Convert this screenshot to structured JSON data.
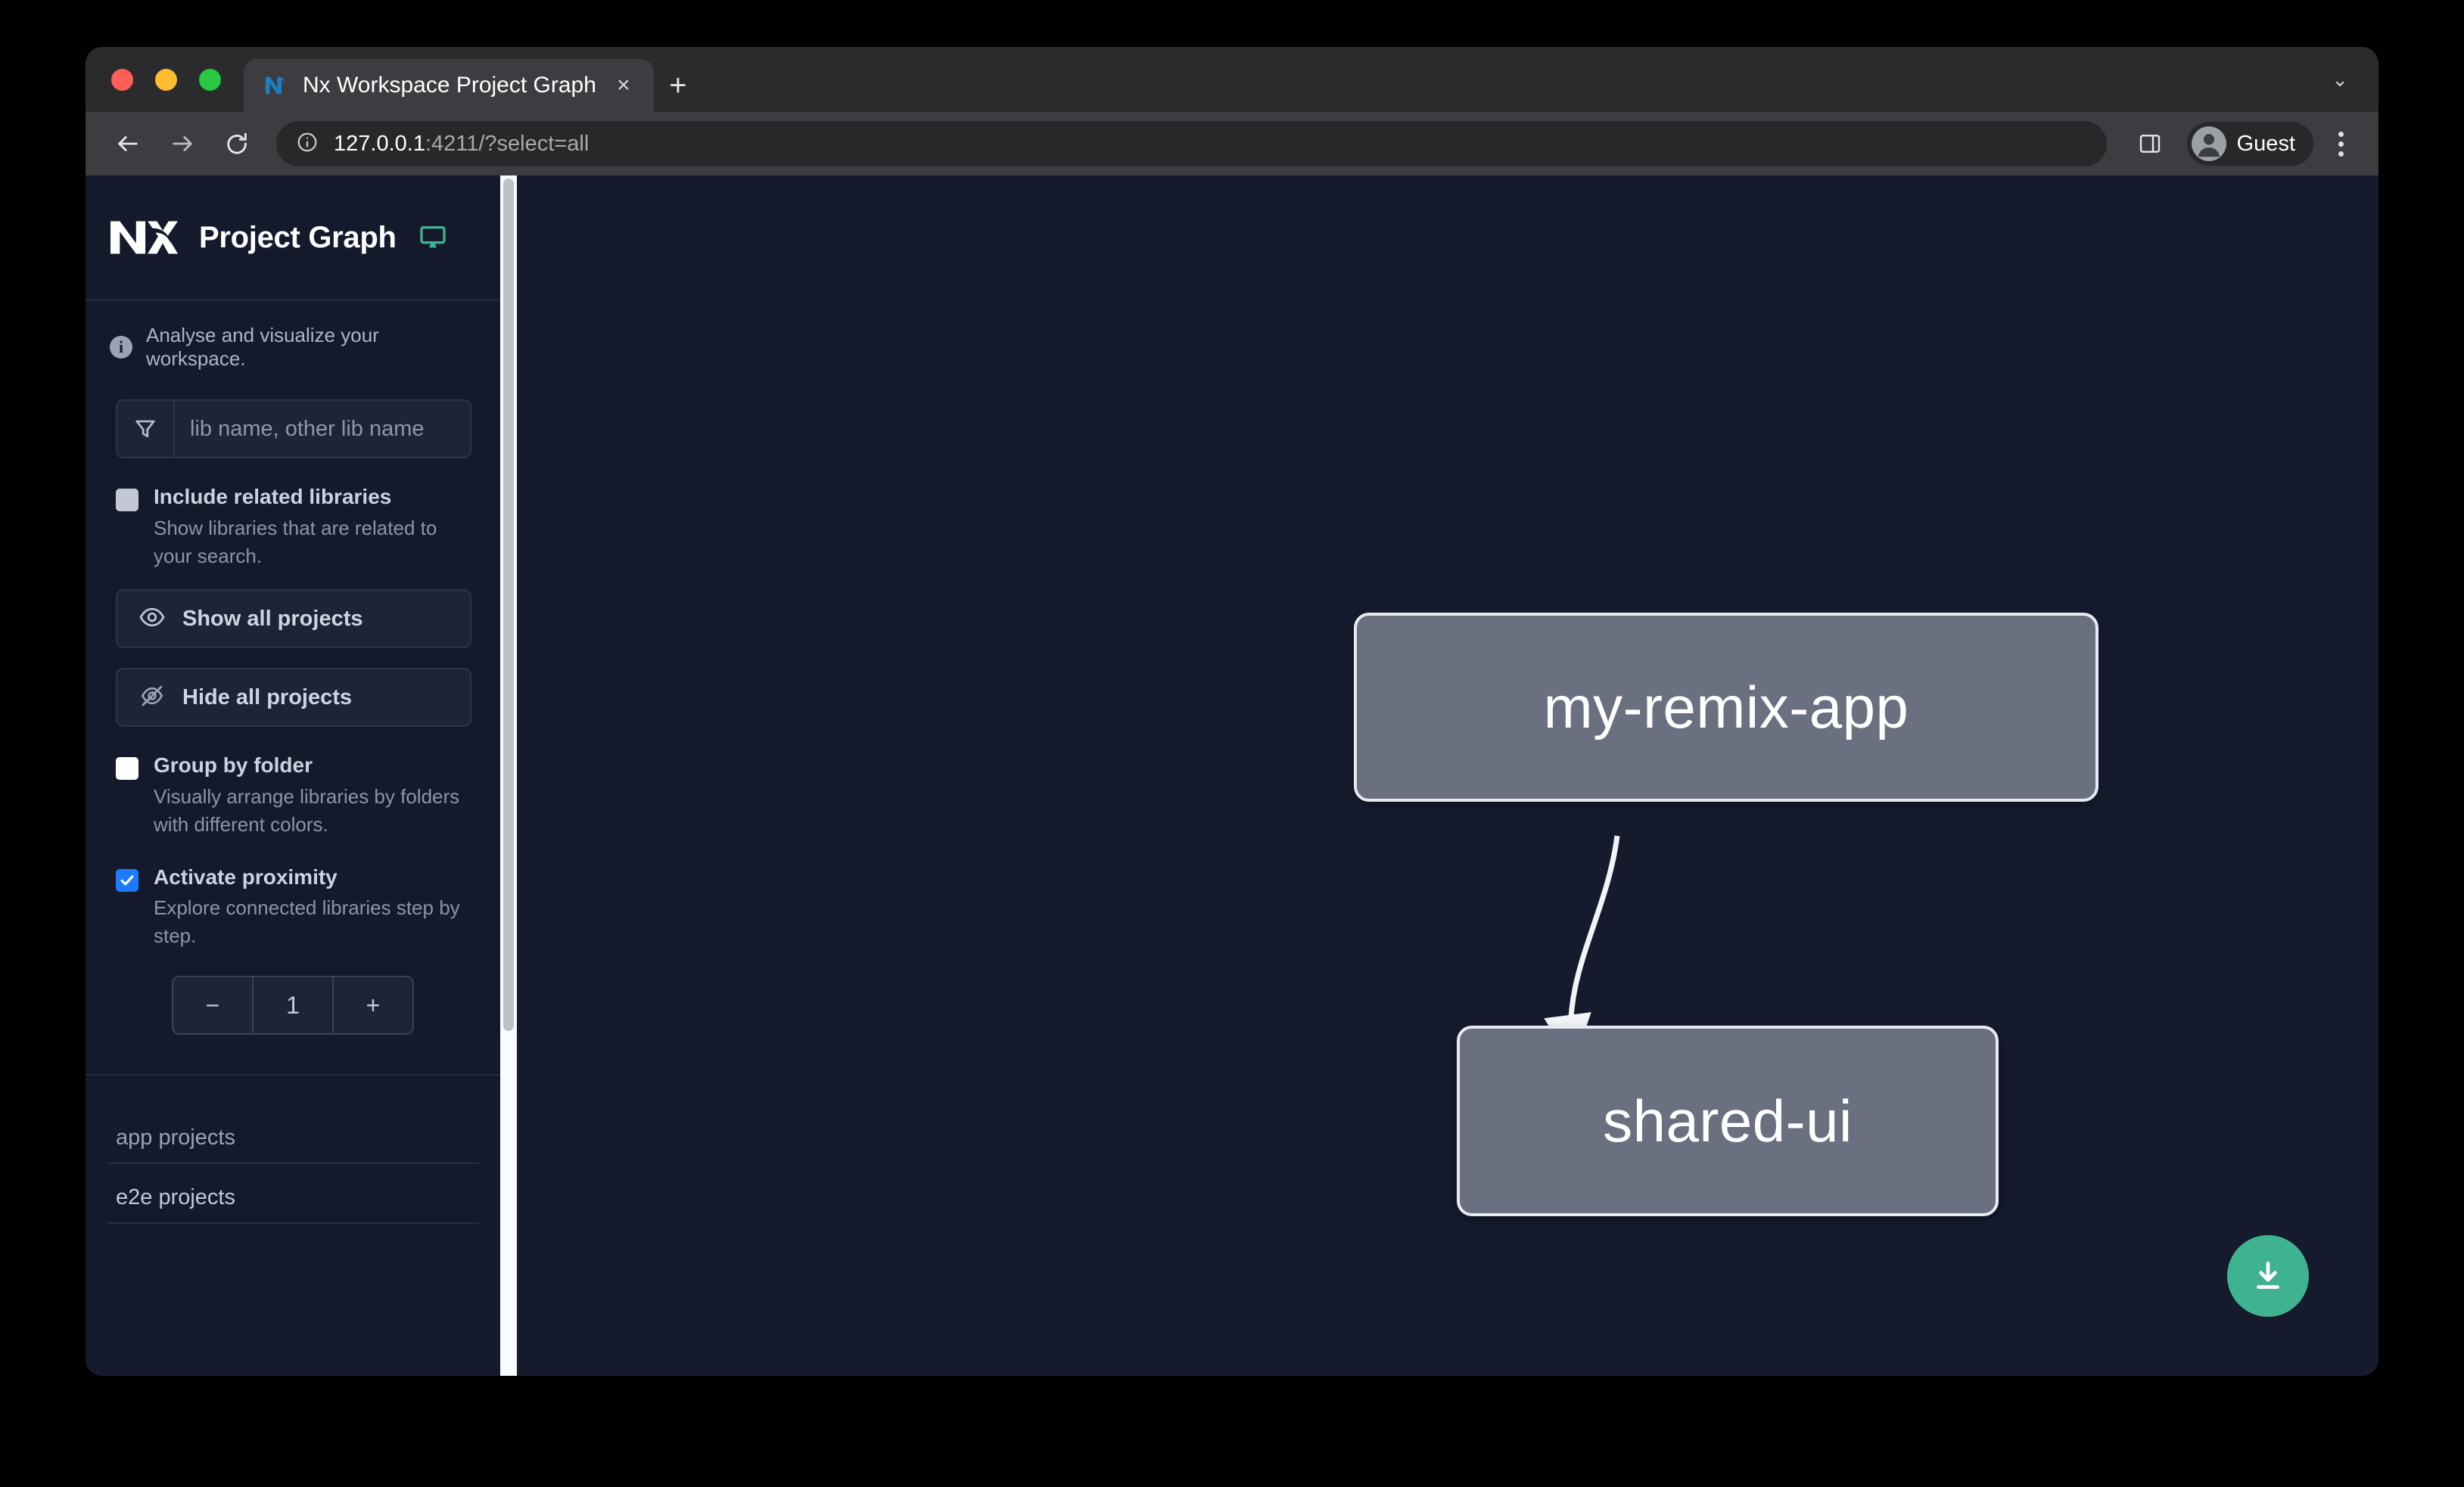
{
  "browser": {
    "tab": {
      "title": "Nx Workspace Project Graph",
      "favicon": "nx-favicon-icon",
      "close": "×"
    },
    "new_tab_label": "+",
    "tabstrip_caret": "⌄",
    "toolbar": {
      "back": "←",
      "forward": "→",
      "reload": "⟳",
      "site_info_icon": "info-circle-icon",
      "url_host": "127.0.0.1",
      "url_rest": ":4211/?select=all",
      "side_panel_icon": "side-panel-icon",
      "profile_name": "Guest",
      "menu_icon": "three-dot-menu-icon"
    }
  },
  "sidebar": {
    "title": "Project Graph",
    "logo": "nx-logo",
    "monitor_icon": "monitor-icon",
    "info": {
      "icon": "info-icon",
      "text": "Analyse and visualize your workspace."
    },
    "filter": {
      "icon": "funnel-icon",
      "value": "",
      "placeholder": "lib name, other lib name"
    },
    "include_related": {
      "label": "Include related libraries",
      "description": "Show libraries that are related to your search.",
      "checked": false
    },
    "buttons": [
      {
        "label": "Show all projects",
        "icon": "eye-icon"
      },
      {
        "label": "Hide all projects",
        "icon": "eye-off-icon"
      }
    ],
    "group_by_folder": {
      "label": "Group by folder",
      "description": "Visually arrange libraries by folders with different colors.",
      "checked": false
    },
    "activate_proximity": {
      "label": "Activate proximity",
      "description": "Explore connected libraries step by step.",
      "checked": true
    },
    "stepper": {
      "decrement": "−",
      "value": "1",
      "increment": "+"
    },
    "project_groups": [
      {
        "label": "app projects"
      },
      {
        "label": "e2e projects"
      }
    ]
  },
  "graph": {
    "nodes": [
      {
        "id": "my-remix-app",
        "label": "my-remix-app"
      },
      {
        "id": "shared-ui",
        "label": "shared-ui"
      }
    ],
    "edges": [
      {
        "from": "my-remix-app",
        "to": "shared-ui"
      }
    ],
    "download_button": {
      "icon": "download-icon"
    }
  },
  "colors": {
    "accent_green": "#3fb28f",
    "checkbox_blue": "#1d7afc",
    "canvas_bg": "#151a2d",
    "node_fill": "#6b7080",
    "node_border": "#e8eaf0"
  }
}
